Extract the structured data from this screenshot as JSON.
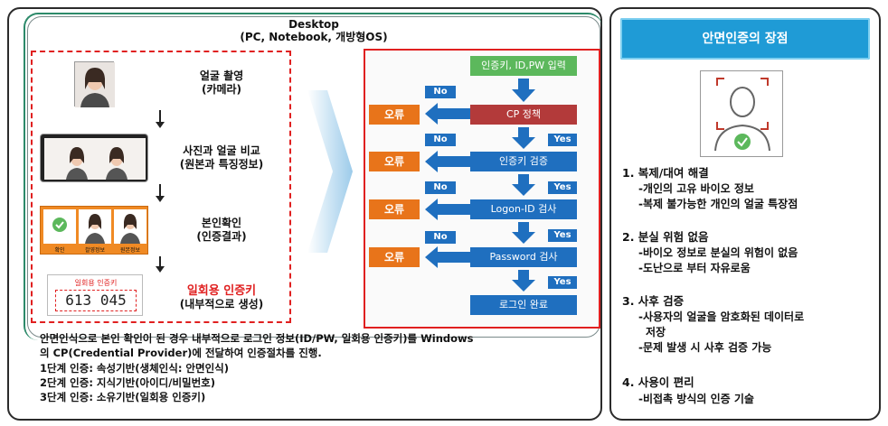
{
  "desktop": {
    "title": "Desktop",
    "subtitle": "(PC, Notebook, 개방형OS)"
  },
  "steps": [
    {
      "label1": "얼굴 촬영",
      "label2": "(카메라)"
    },
    {
      "label1": "사진과 얼굴 비교",
      "label2": "(원본과 특징정보)"
    },
    {
      "label1": "본인확인",
      "label2": "(인증결과)"
    },
    {
      "label1": "일회용 인증키",
      "label2": "(내부적으로 생성)"
    }
  ],
  "result_card": {
    "c1": "확인",
    "c2": "촬영정보",
    "c3": "원본정보"
  },
  "otp_card": {
    "caption": "일회용 인증키",
    "code": "613 045"
  },
  "flow": {
    "start": "인증키, ID,PW 입력",
    "nodes": [
      "CP 정책",
      "인증키 검증",
      "Logon-ID 검사",
      "Password 검사",
      "로그인 완료"
    ],
    "error_label": "오류",
    "no_label": "No",
    "yes_label": "Yes"
  },
  "description": {
    "line1": "안면인식으로 본인 확인이 된 경우 내부적으로 로그인 정보(ID/PW, 일회용 인증키)를 Windows",
    "line2": "의 CP(Credential Provider)에 전달하여 인증절차를 진행.",
    "line3": "1단계 인증: 속성기반(생체인식: 안면인식)",
    "line4": "2단계 인증: 지식기반(아이디/비밀번호)",
    "line5": "3단계 인증: 소유기반(일회용 인증키)"
  },
  "advantages": {
    "title": "안면인증의 장점",
    "items": [
      {
        "heading": "1. 복제/대여 해결",
        "details": [
          "-개인의 고유 바이오 정보",
          "-복제 불가능한 개인의 얼굴 특장점"
        ]
      },
      {
        "heading": "2. 분실 위험 없음",
        "details": [
          "-바이오 정보로 분실의 위험이 없음",
          "-도난으로 부터 자유로움"
        ]
      },
      {
        "heading": "3. 사후 검증",
        "details": [
          "-사용자의 얼굴을 암호화된 데이터로",
          "저장",
          "-문제 발생 시 사후 검증 가능"
        ]
      },
      {
        "heading": "4. 사용이  편리",
        "details": [
          "-비접촉 방식의 인증 기술"
        ]
      }
    ]
  },
  "colors": {
    "accent_blue": "#1f9bd6",
    "flow_blue": "#1f6fbf",
    "error_orange": "#e8741a",
    "policy_red": "#b33a3a",
    "start_green": "#5cb85c",
    "dash_red": "#e02020"
  }
}
